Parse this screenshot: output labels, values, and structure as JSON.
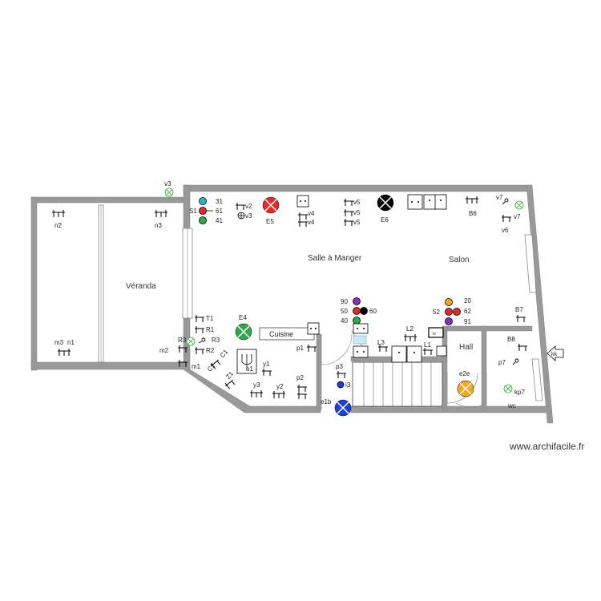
{
  "rooms": {
    "veranda": "Véranda",
    "salle_a_manger": "Salle à Manger",
    "salon": "Salon",
    "cuisine": "Cuisine",
    "hall": "Hall",
    "wc": "wc"
  },
  "labels": {
    "v3": "v3",
    "n2": "n2",
    "n3": "n3",
    "m3": "m3",
    "n1": "n1",
    "m2": "m2",
    "m1": "m1",
    "s1": "S1",
    "s31": "31",
    "s61": "61",
    "s41": "41",
    "v2": "v2",
    "v3b": "v3",
    "e5": "E5",
    "v4a": "v4",
    "v4b": "v4",
    "v5a": "v5",
    "v5b": "v5",
    "v5c": "v5",
    "e6": "E6",
    "b6": "B6",
    "v7a": "v7",
    "v7b": "v7",
    "v6": "v6",
    "t1": "T1",
    "r1": "R1",
    "r3a": "R3",
    "r3b": "R3",
    "r2": "R2",
    "e4": "E4",
    "c1": "C1",
    "c2": "C2",
    "z1": "Z1",
    "o1": "o1",
    "y1": "y1",
    "y2": "y2",
    "y3": "y3",
    "p1": "p1",
    "p2": "p2",
    "p3": "p3",
    "i3": "i3",
    "e1b": "e1b",
    "n90": "90",
    "n50": "50",
    "n40": "40",
    "n60": "60",
    "l2": "L2",
    "l3": "L3",
    "l1": "L1",
    "n20": "20",
    "n52": "52",
    "n62": "62",
    "n91": "91",
    "b7": "B7",
    "b8": "B8",
    "p7": "p7",
    "kp7": "kp7",
    "e2e": "e2e",
    "kk": "kk",
    "tv": "tv"
  },
  "watermark": "www.archifacile.fr",
  "colors": {
    "wall": "#999999",
    "green": "#2ea84a",
    "red": "#e22a2a",
    "blue": "#1e3fd8",
    "orange": "#f5a623",
    "purple": "#8c2bb5",
    "cyan": "#2bb5c7",
    "light_green": "#7ac77a"
  }
}
